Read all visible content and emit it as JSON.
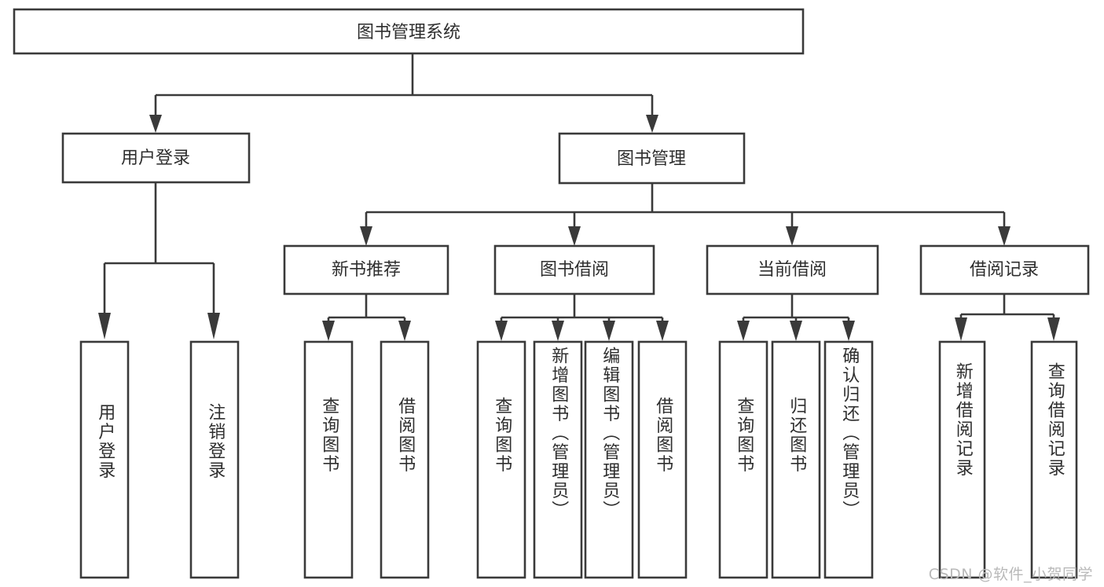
{
  "diagram": {
    "type": "tree-hierarchy-chart",
    "title": "图书管理系统",
    "stroke_color": "#3a3a3a",
    "text_color": "#2e2e2e",
    "background_color": "#ffffff",
    "root": {
      "label": "图书管理系统",
      "level": 1
    },
    "level2": [
      {
        "label": "用户登录"
      },
      {
        "label": "图书管理"
      }
    ],
    "level3": [
      {
        "label": "新书推荐"
      },
      {
        "label": "图书借阅"
      },
      {
        "label": "当前借阅"
      },
      {
        "label": "借阅记录"
      }
    ],
    "leaves": {
      "user_login": [
        {
          "label": "用户登录"
        },
        {
          "label": "注销登录"
        }
      ],
      "new_book_recommend": [
        {
          "label": "查询图书"
        },
        {
          "label": "借阅图书"
        }
      ],
      "book_borrow": [
        {
          "label": "查询图书"
        },
        {
          "label": "新增图书（管理员）"
        },
        {
          "label": "编辑图书（管理员）"
        },
        {
          "label": "借阅图书"
        }
      ],
      "current_borrow": [
        {
          "label": "查询图书"
        },
        {
          "label": "归还图书"
        },
        {
          "label": "确认归还（管理员）"
        }
      ],
      "borrow_record": [
        {
          "label": "新增借阅记录"
        },
        {
          "label": "查询借阅记录"
        }
      ]
    }
  },
  "watermark": {
    "text": "CSDN @软件_小贺同学",
    "color": "#b9b9b9"
  }
}
